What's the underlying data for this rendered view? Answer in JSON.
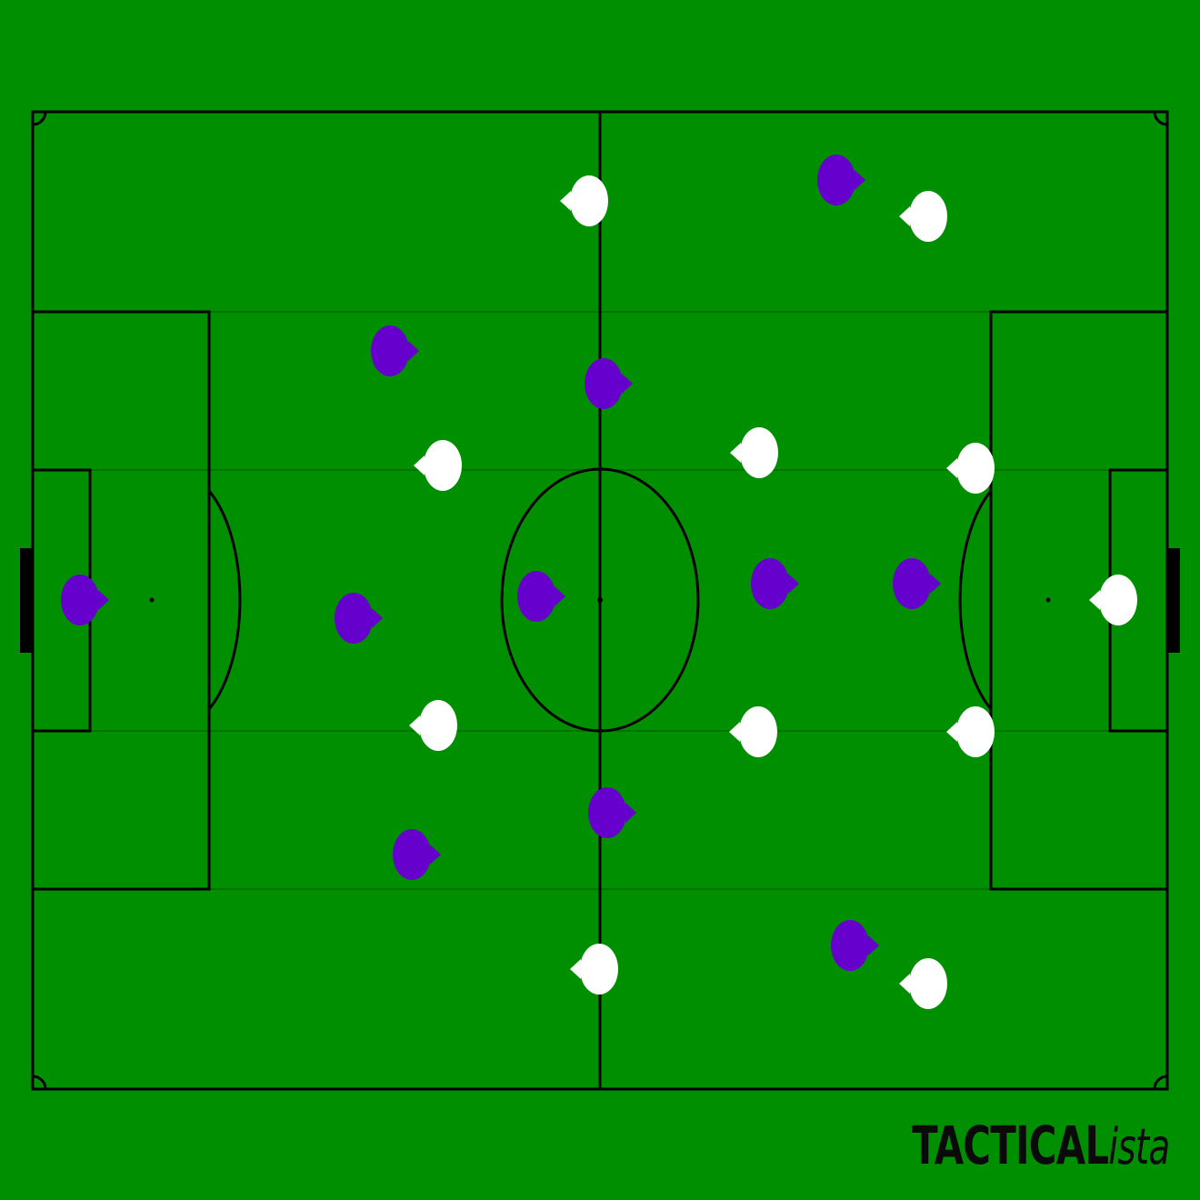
{
  "diagram": {
    "pitch_color": "#008f00",
    "line_color": "#000000",
    "teams": [
      {
        "id": "purple",
        "color": "#6600cc",
        "facing": "right"
      },
      {
        "id": "white",
        "color": "#ffffff",
        "facing": "left"
      }
    ]
  },
  "branding": {
    "name_a": "TACTICAL",
    "name_b": "ista"
  }
}
